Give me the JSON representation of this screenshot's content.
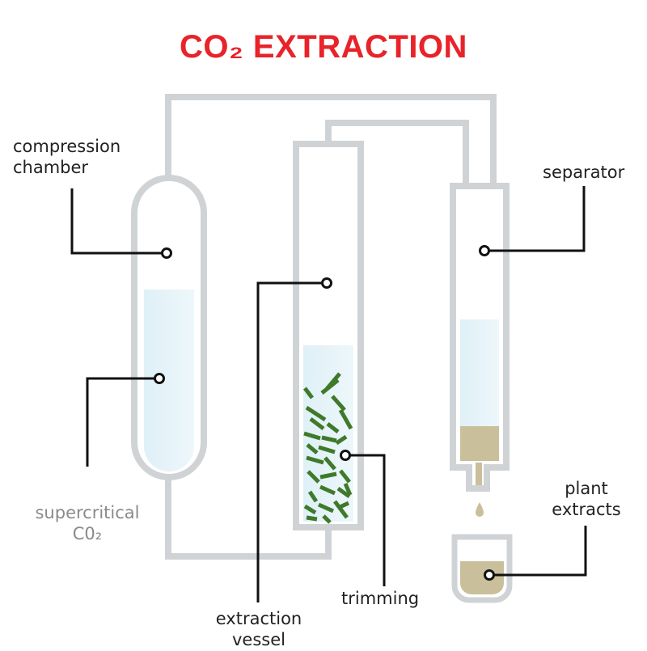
{
  "title": "CO₂ EXTRACTION",
  "labels": {
    "compression_chamber": [
      "compression",
      "chamber"
    ],
    "supercritical": [
      "supercritical",
      "C0₂"
    ],
    "extraction_vessel": [
      "extraction",
      "vessel"
    ],
    "trimming": "trimming",
    "separator": "separator",
    "plant_extracts": [
      "plant",
      "extracts"
    ]
  },
  "colors": {
    "title": "#e8232a",
    "pipe": "#d0d3d6",
    "liquid": "#e2f2f8",
    "trimming": "#3e7a2a",
    "extract": "#c9bf9b",
    "leader": "#111111",
    "muted_text": "#8a8a8a"
  }
}
